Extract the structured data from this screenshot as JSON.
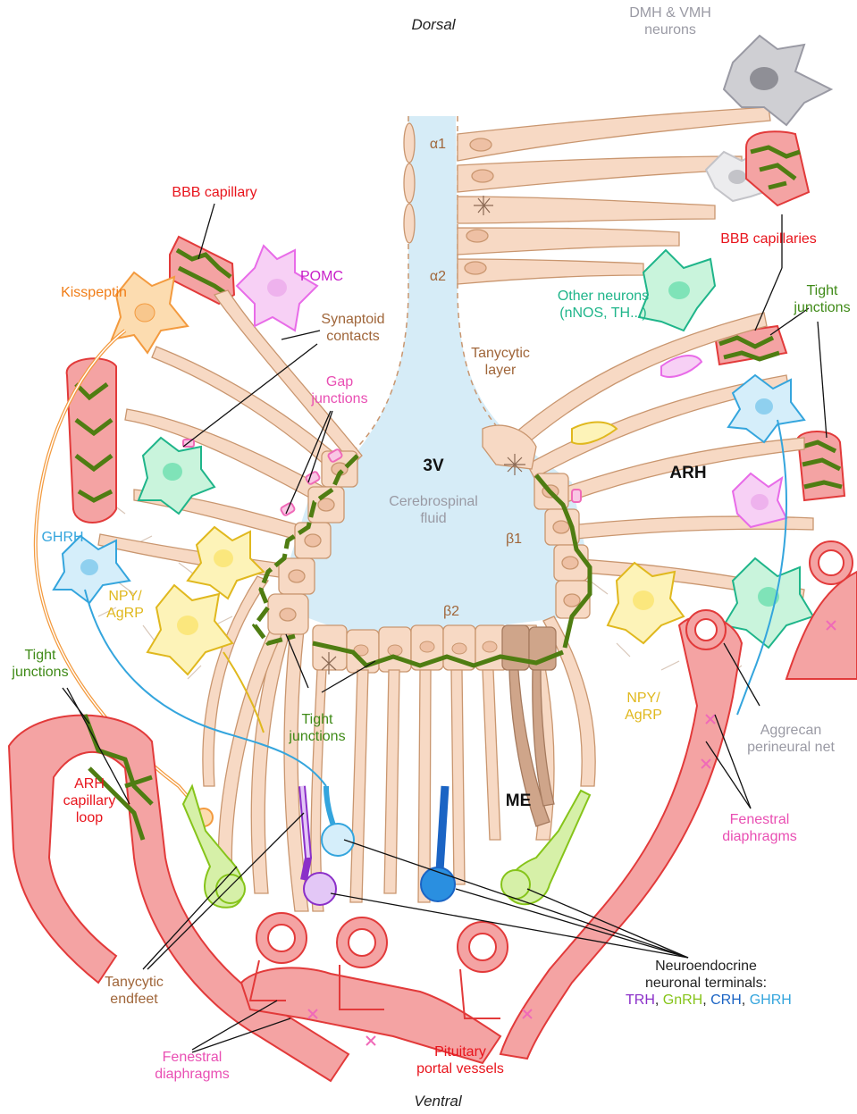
{
  "orientation": {
    "top": "Dorsal",
    "bottom": "Ventral"
  },
  "regions": {
    "ventricle": "3V",
    "csf_line1": "Cerebrospinal",
    "csf_line2": "fluid",
    "arh": "ARH",
    "me": "ME"
  },
  "tanycyte_subtypes": {
    "alpha1": "α1",
    "alpha2": "α2",
    "beta1": "β1",
    "beta2": "β2"
  },
  "labels": {
    "dmh_vmh_line1": "DMH & VMH",
    "dmh_vmh_line2": "neurons",
    "bbb_capillary": "BBB capillary",
    "bbb_capillaries": "BBB capillaries",
    "kisspeptin": "Kisspeptin",
    "pomc": "POMC",
    "synaptoid_line1": "Synaptoid",
    "synaptoid_line2": "contacts",
    "gap_line1": "Gap",
    "gap_line2": "junctions",
    "other_neurons_line1": "Other neurons",
    "other_neurons_line2": "(nNOS, TH...)",
    "tight_right_line1": "Tight",
    "tight_right_line2": "junctions",
    "tanycytic_layer_line1": "Tanycytic",
    "tanycytic_layer_line2": "layer",
    "ghrh": "GHRH",
    "npy_left_line1": "NPY/",
    "npy_left_line2": "AgRP",
    "npy_right_line1": "NPY/",
    "npy_right_line2": "AgRP",
    "tight_left_line1": "Tight",
    "tight_left_line2": "junctions",
    "tight_center_line1": "Tight",
    "tight_center_line2": "junctions",
    "arh_loop_line1": "ARH",
    "arh_loop_line2": "capillary",
    "arh_loop_line3": "loop",
    "aggrecan_line1": "Aggrecan",
    "aggrecan_line2": "perineural net",
    "fenestral_right_line1": "Fenestral",
    "fenestral_right_line2": "diaphragms",
    "fenestral_bottom_line1": "Fenestral",
    "fenestral_bottom_line2": "diaphragms",
    "tanycytic_endfeet_line1": "Tanycytic",
    "tanycytic_endfeet_line2": "endfeet",
    "pituitary_line1": "Pituitary",
    "pituitary_line2": "portal vessels",
    "neuroendocrine_line1": "Neuroendocrine",
    "neuroendocrine_line2": "neuronal terminals:"
  },
  "terminals": {
    "trh": "TRH",
    "gnrh": "GnRH",
    "crh": "CRH",
    "ghrh": "GHRH",
    "sep": ", "
  },
  "colors": {
    "csf": "#d6ecf7",
    "tanycyte": "#f7d9c4",
    "tanycyte_outline": "#c9966f",
    "capillary": "#f4a3a3",
    "capillary_outline": "#e23a3a",
    "tight_junction": "#4f7d12",
    "gap_junction": "#f06ab8",
    "kisspeptin": "#f39a3e",
    "pomc": "#e86be8",
    "other_neurons": "#7fe3b8",
    "ghrh_neuron": "#8fd0ef",
    "npy": "#fbe77d",
    "dmh_neuron": "#b9b9bd",
    "trh": "#8b2fc9",
    "gnrh": "#86c41a",
    "crh": "#1b64c4"
  }
}
